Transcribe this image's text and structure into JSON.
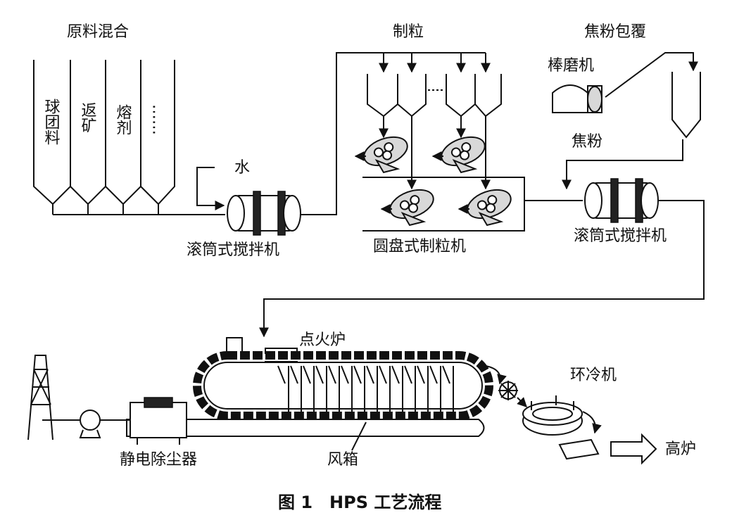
{
  "labels": {
    "raw_mix": "原料混合",
    "silo1": "球团料",
    "silo2": "返矿",
    "silo3": "熔剂",
    "silo4": "……",
    "water": "水",
    "drum_mixer_1": "滚筒式搅拌机",
    "pelletizing": "制粒",
    "disc_pelletizer": "圆盘式制粒机",
    "coke_coating": "焦粉包覆",
    "rod_mill": "棒磨机",
    "coke_powder": "焦粉",
    "drum_mixer_2": "滚筒式搅拌机",
    "ignition_furnace": "点火炉",
    "ring_cooler": "环冷机",
    "esp": "静电除尘器",
    "wind_box": "风箱",
    "blast_furnace": "高炉"
  },
  "caption": "图 1　HPS 工艺流程"
}
